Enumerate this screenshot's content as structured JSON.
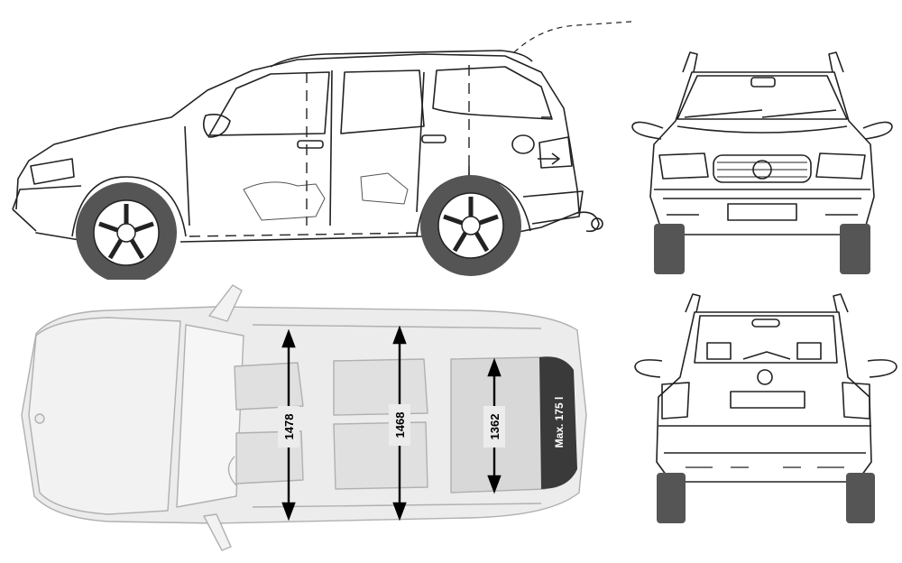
{
  "dimensions": {
    "front_headroom": "1478",
    "rear_headroom": "1468",
    "cargo_length": "1362",
    "cargo_volume": "Max. 175 l"
  },
  "colors": {
    "line": "#222222",
    "tire": "#555555",
    "ghost": "#b8b8b8",
    "ghost_fill": "#e6e6e6",
    "dim_arrow": "#000000",
    "cargo_dark": "#3a3a3a"
  }
}
